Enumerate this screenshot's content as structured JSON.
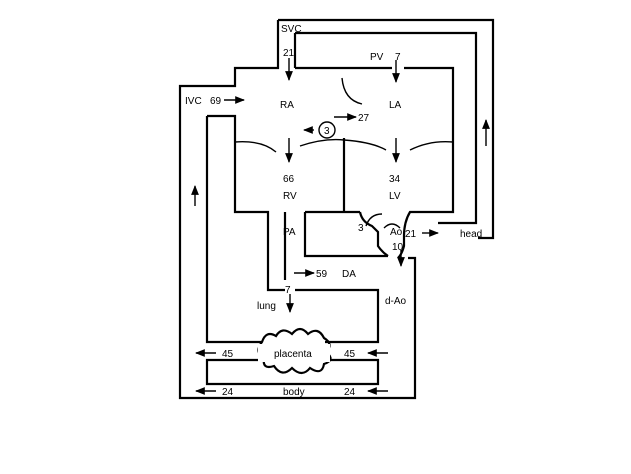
{
  "labels": {
    "svc": "SVC",
    "ivc": "IVC",
    "ra": "RA",
    "la": "LA",
    "pv": "PV",
    "rv": "RV",
    "lv": "LV",
    "pa": "PA",
    "ao": "Ao",
    "da": "DA",
    "d_ao": "d-Ao",
    "lung": "lung",
    "head": "head",
    "placenta": "placenta",
    "body": "body"
  },
  "values": {
    "svc_flow": "21",
    "ivc_flow": "69",
    "pv_flow": "7",
    "foramen_right_to_left": "27",
    "foramen_left_to_right": "3",
    "rv_output": "66",
    "lv_output": "34",
    "coronary": "3",
    "head_flow": "21",
    "isthmus": "10",
    "da_flow": "59",
    "lung_flow": "7",
    "placenta_left": "45",
    "placenta_right": "45",
    "body_left": "24",
    "body_right": "24"
  }
}
